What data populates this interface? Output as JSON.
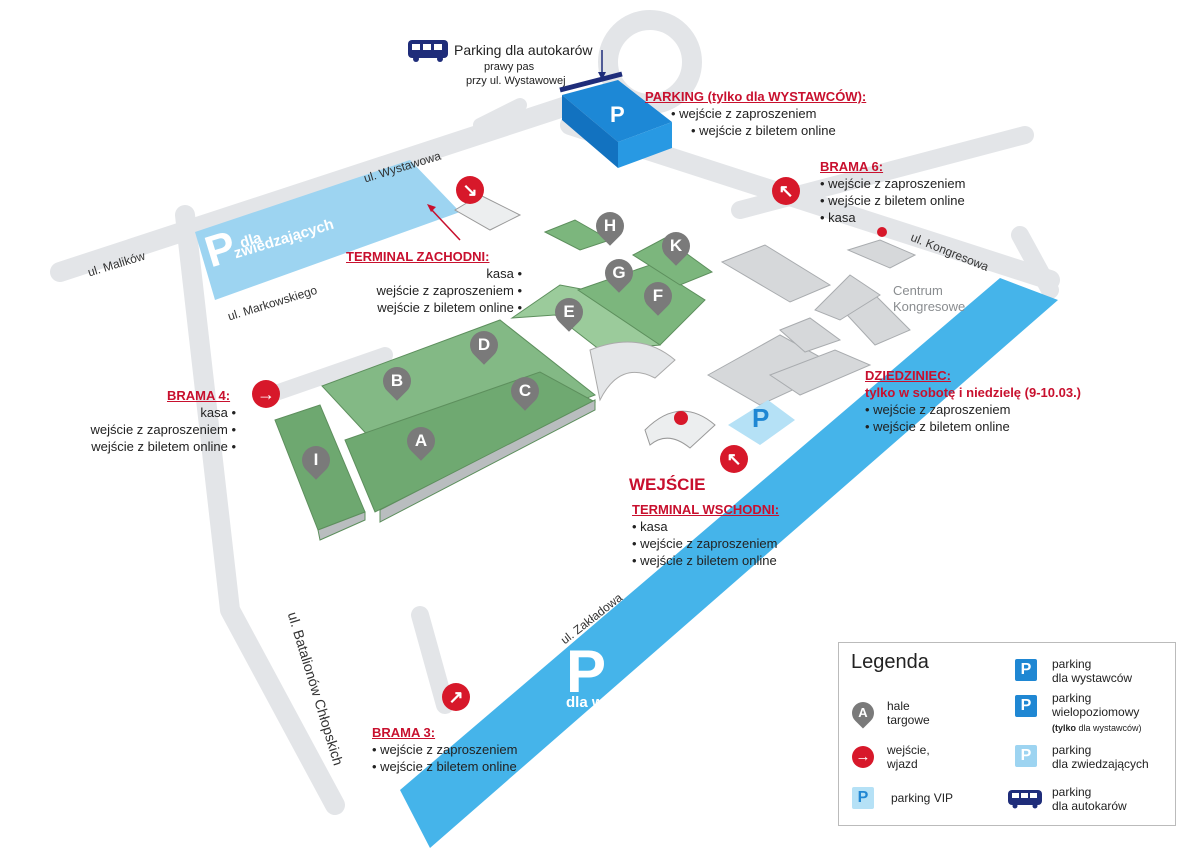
{
  "streets": {
    "wystawowa": "ul. Wystawowa",
    "malikow": "ul. Malików",
    "markowskiego": "ul. Markowskiego",
    "kongresowa": "ul. Kongresowa",
    "zakladowa": "ul. Zakładowa",
    "batalionow": "ul. Batalionów Chłopskich"
  },
  "bus_parking": {
    "line1": "Parking dla autokarów",
    "line2": "prawy pas",
    "line3": "przy ul. Wystawowej"
  },
  "exhibitor_parking_top": {
    "title": "PARKING (tylko dla WYSTAWCÓW):",
    "items": [
      "wejście z zaproszeniem",
      "wejście z biletem online"
    ]
  },
  "brama6": {
    "title": "BRAMA 6:",
    "items": [
      "wejście z zaproszeniem",
      "wejście z biletem online",
      "kasa"
    ]
  },
  "terminal_zachodni": {
    "title": "TERMINAL ZACHODNI:",
    "items": [
      "kasa",
      "wejście z zaproszeniem",
      "wejście z biletem online"
    ]
  },
  "brama4": {
    "title": "BRAMA 4:",
    "items": [
      "kasa",
      "wejście z zaproszeniem",
      "wejście z biletem online"
    ]
  },
  "dziedziniec": {
    "title": "DZIEDZINIEC:",
    "subtitle": "tylko w sobotę i niedzielę (9-10.03.)",
    "items": [
      "wejście z zaproszeniem",
      "wejście z biletem online"
    ]
  },
  "wejscie": "WEJŚCIE",
  "terminal_wschodni": {
    "title": "TERMINAL WSCHODNI:",
    "items": [
      "kasa",
      "wejście z zaproszeniem",
      "wejście z biletem online"
    ]
  },
  "brama3": {
    "title": "BRAMA 3:",
    "items": [
      "wejście z zaproszeniem",
      "wejście z biletem online"
    ]
  },
  "visitor_parking": {
    "letter": "P",
    "line1": "dla",
    "line2": "zwiedzających"
  },
  "big_parking": {
    "letter": "P",
    "label": "dla wystawców"
  },
  "centrum": {
    "line1": "Centrum",
    "line2": "Kongresowe"
  },
  "halls": [
    "A",
    "B",
    "C",
    "D",
    "E",
    "F",
    "G",
    "H",
    "I",
    "K"
  ],
  "p_letter": "P",
  "legend": {
    "title": "Legenda",
    "hall_icon_letter": "A",
    "hale": [
      "hale",
      "targowe"
    ],
    "wejscie": [
      "wejście,",
      "wjazd"
    ],
    "vip": "parking VIP",
    "wystawcow": [
      "parking",
      "dla wystawców"
    ],
    "wielopoziomowy": [
      "parking",
      "wielopoziomowy"
    ],
    "wielo_note_bold": "(tylko",
    "wielo_note_rest": "dla wystawców)",
    "zwiedzajacych": [
      "parking",
      "dla zwiedzających"
    ],
    "autokarow": [
      "parking",
      "dla autokarów"
    ]
  },
  "colors": {
    "hall_green": "#7fb77e",
    "hall_dark_green": "#5e9b5f",
    "road": "#e4e6e8",
    "blue": "#3aaee8",
    "light_blue": "#9ad3f0",
    "red": "#c8102e",
    "navy": "#1f2d7a"
  }
}
